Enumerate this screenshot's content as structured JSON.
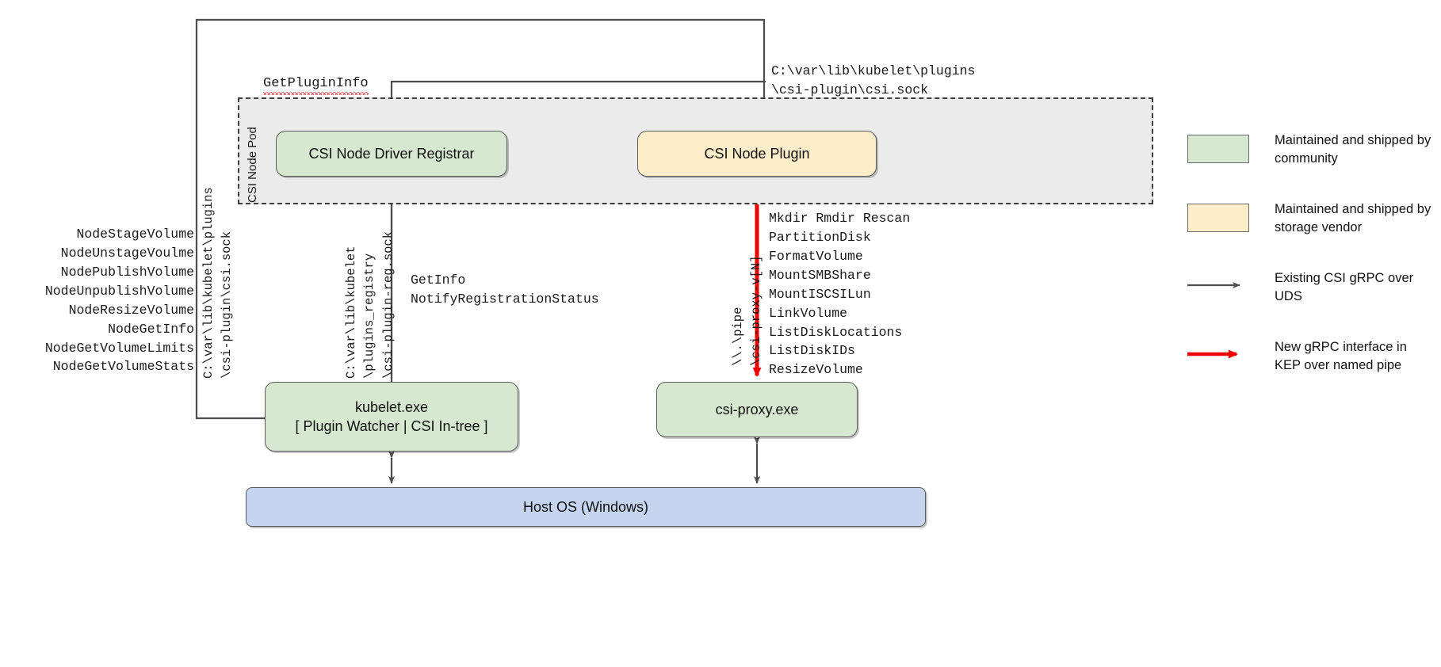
{
  "diagram": {
    "pod_label": "CSI Node Pod",
    "nodes": {
      "registrar": "CSI Node Driver Registrar",
      "plugin": "CSI Node Plugin",
      "kubelet_line1": "kubelet.exe",
      "kubelet_line2": "[ Plugin Watcher | CSI In-tree ]",
      "proxy": "csi-proxy.exe",
      "hostos": "Host OS (Windows)"
    },
    "labels": {
      "get_plugin_info": "GetPluginInfo",
      "csi_sock_path": "C:\\var\\lib\\kubelet\\plugins\n\\csi-plugin\\csi.sock",
      "registration_calls": "GetInfo\nNotifyRegistrationStatus",
      "node_ops": "NodeStageVolume\nNodeUnstageVoulme\nNodePublishVolume\nNodeUnpublishVolume\nNodeResizeVolume\nNodeGetInfo\nNodeGetVolumeLimits\nNodeGetVolumeStats",
      "proxy_ops": "Mkdir Rmdir Rescan\nPartitionDisk\nFormatVolume\nMountSMBShare\nMountISCSILun\nLinkVolume\nListDiskLocations\nListDiskIDs\nResizeVolume",
      "vertical_csi_sock": "C:\\var\\lib\\kubelet\\plugins\n\\csi-plugin\\csi.sock",
      "vertical_reg_sock": "C:\\var\\lib\\kubelet\n\\plugins_registry\n\\csi-plugin-reg.sock",
      "vertical_pipe": "\\\\.\\pipe\n\\csi-proxy-v[N]"
    },
    "legend": [
      {
        "type": "swatch",
        "color": "#d6e8d0",
        "text": "Maintained and shipped by community"
      },
      {
        "type": "swatch",
        "color": "#fdeec9",
        "text": "Maintained and shipped by storage vendor"
      },
      {
        "type": "arrow",
        "color": "#4d4d4d",
        "text": "Existing CSI gRPC over UDS"
      },
      {
        "type": "arrow",
        "color": "#ee0000",
        "text": "New gRPC interface in KEP over named pipe"
      }
    ],
    "colors": {
      "community_green": "#d6e8d0",
      "vendor_yellow": "#fdeec9",
      "host_blue": "#c5d4ef",
      "pod_grey": "#ebebeb",
      "existing_arrow": "#4d4d4d",
      "new_arrow": "#ee0000"
    }
  }
}
